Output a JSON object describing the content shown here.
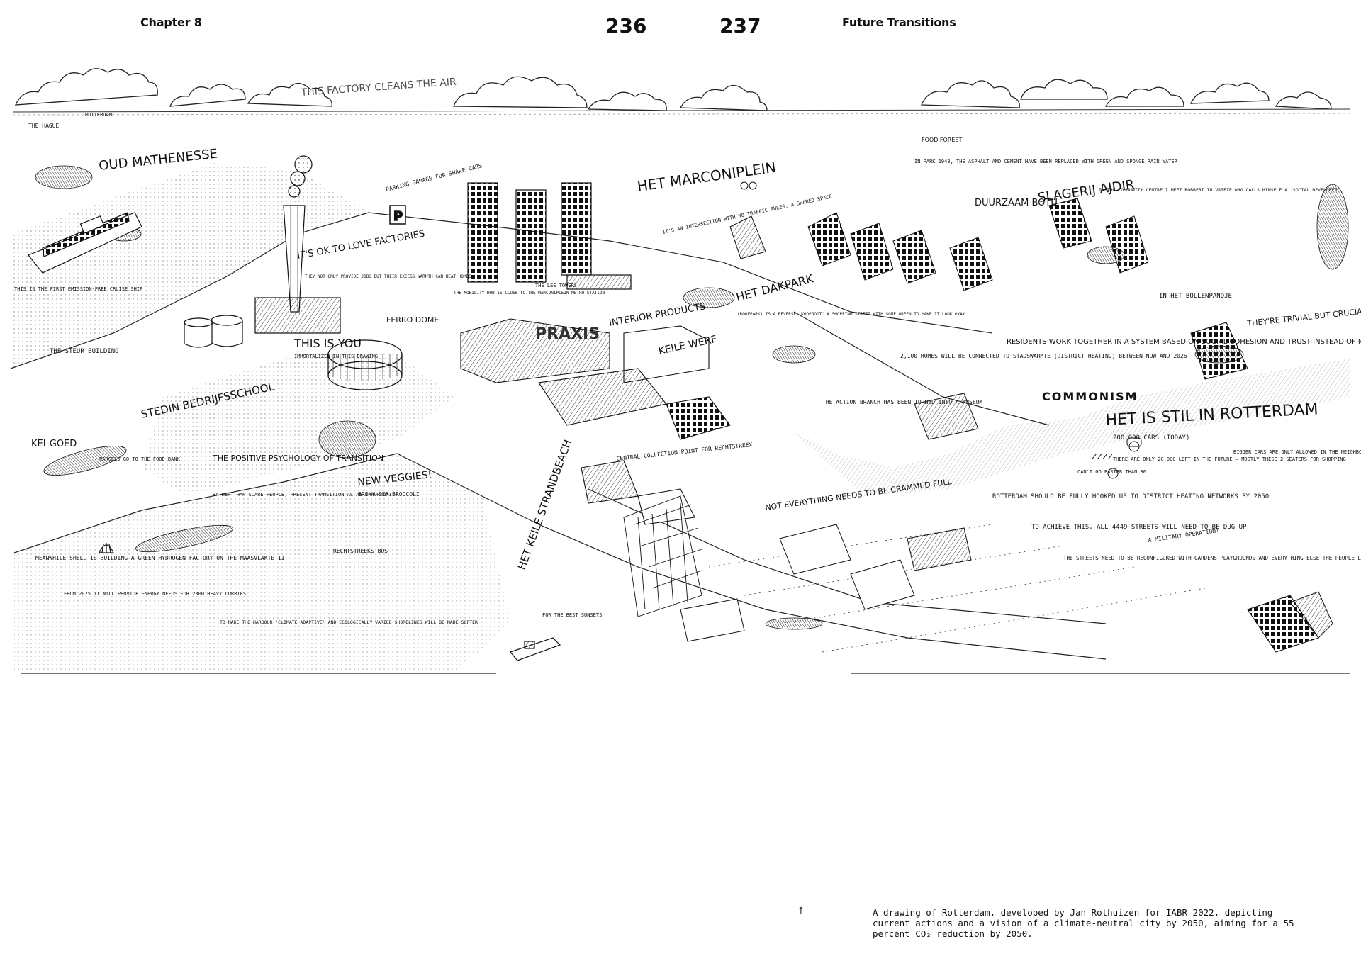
{
  "header": {
    "chapter": "Chapter 8",
    "page_left": "236",
    "page_right": "237",
    "section": "Future Transitions"
  },
  "caption": {
    "arrow": "↑",
    "text": "A drawing of Rotterdam, developed by Jan Rothuizen for IABR 2022, depicting current actions and a vision of a climate-neutral city by 2050, aiming for a 55 percent CO₂ reduction by 2050."
  },
  "labels": {
    "factory_cleans_air": "THIS FACTORY CLEANS THE AIR",
    "the_hague": "THE HAGUE",
    "rotterdam_top": "ROTTERDAM",
    "oud_mathenesse": "OUD MATHENESSE",
    "first_emission_free": "THIS IS THE FIRST EMISSION-FREE CRUISE SHIP",
    "steur_building": "THE STEUR BUILDING",
    "its_ok_factories": "IT'S OK TO LOVE FACTORIES",
    "factories_sub": "THEY NOT ONLY PROVIDE JOBS BUT THEIR EXCESS WARMTH CAN HEAT HOMES",
    "parking_garage": "PARKING GARAGE FOR SHARE CARS",
    "this_is_you": "THIS IS YOU",
    "this_is_you_sub": "IMMORTALIZED IN THIS DRAWING",
    "ferro_dome": "FERRO DOME",
    "stedin": "STEDIN BEDRIJFSSCHOOL",
    "kei_goed": "KEI-GOED",
    "food_bank": "PARCELS GO TO THE FOOD BANK",
    "positive_psychology": "THE POSITIVE PSYCHOLOGY OF TRANSITION",
    "opportunity": "RATHER THAN SCARE PEOPLE, PRESENT TRANSITION AS AN OPPORTUNITY",
    "new_veggies": "NEW VEGGIES!",
    "briny": "BRINY SEA-BROCCOLI",
    "shell": "MEANWHILE SHELL IS BUILDING A GREEN HYDROGEN FACTORY ON THE MAASVLAKTE II",
    "lorries": "FROM 2025 IT WILL PROVIDE ENERGY NEEDS FOR 2300 HEAVY LORRIES",
    "harbour_adaptive": "TO MAKE THE HARBOUR 'CLIMATE ADAPTIVE' AND ECOLOGICALLY VARIED SHORELINES WILL BE MADE SOFTER",
    "rechtstreeks_bus": "RECHTSTREEKS BUS",
    "lee_towers": "THE LEE TOWERS",
    "mobility_hub": "THE MOBILITY HUB IS CLOSE TO THE MARCONIPLEIN METRO STATION",
    "praxis": "PRAXIS",
    "interior_products": "INTERIOR PRODUCTS",
    "keilewerf": "KEILE WERF",
    "marconiplein": "HET MARCONIPLEIN",
    "shared_space": "IT'S AN INTERSECTION WITH NO TRAFFIC RULES. A SHARED SPACE",
    "dakpark": "HET DAKPARK",
    "dakpark_sub": "(ROOFPARK) IS A REVERSE 'KOOPGOOT' A SHOPPING STREET WITH SOME GREEN TO MAKE IT LOOK OKAY",
    "rechtstreex": "CENTRAL COLLECTION POINT FOR RECHTSTREEX",
    "keile_strand": "HET KEILE STRANDBEACH",
    "keile_strand_sub": "FOR THE BEST SUNSETS",
    "not_everything_full": "NOT EVERYTHING NEEDS TO BE CRAMMED FULL",
    "action_museum": "THE ACTION BRANCH HAS BEEN TURNED INTO A MUSEUM",
    "park_1948": "IN PARK 1948, THE ASPHALT AND CEMENT HAVE BEEN REPLACED WITH GREEN AND SPONGE RAIN WATER",
    "durzaam": "DUURZAAM BOTU",
    "ajdir": "SLAGERIJ AJDIR",
    "residents": "RESIDENTS WORK TOGETHER IN A SYSTEM BASED ON SOCIAL COHESION AND TRUST INSTEAD OF MISTRUST",
    "stadswarmte": "2,100 HOMES WILL BE CONNECTED TO STADSWARMTE (DISTRICT HEATING) BETWEEN NOW AND 2026",
    "commonism": "COMMONISM",
    "het_is_stil": "HET IS STIL IN ROTTERDAM",
    "cars_count": "200.000 CARS (TODAY)",
    "cars_future": "THERE ARE ONLY 20.000 LEFT IN THE FUTURE — MOSTLY THESE 2-SEATERS FOR SHOPPING",
    "bigger_cars": "BIGGER CARS ARE ONLY ALLOWED IN THE NEIGHBOURHOODS FOR KISS AND RIDE MOMENTS",
    "district_heating": "ROTTERDAM SHOULD BE FULLY HOOKED UP TO DISTRICT HEATING NETWORKS BY 2050",
    "streets": "TO ACHIEVE THIS, ALL 4449 STREETS WILL NEED TO BE DUG UP",
    "military": "A MILITARY OPERATION!",
    "reconfigured": "THE STREETS NEED TO BE RECONFIGURED WITH GARDENS PLAYGROUNDS AND EVERYTHING ELSE THE PEOPLE LIVING THERE NEED OR WISH",
    "bollenpandje": "IN HET BOLLENPANDJE",
    "trivial_crucial": "THEY'RE TRIVIAL BUT CRUCIAL FOR CHANGE",
    "social_developer": "IN THE COMMUNITY CENTRE I MEET ROBBERT IN VRIEZE WHO CALLS HIMSELF A 'SOCIAL DEVELOPER'",
    "food_forest": "FOOD FOREST",
    "zzzz": "ZZZZ",
    "cant_go_faster": "CAN'T GO FASTER THAN 30"
  }
}
